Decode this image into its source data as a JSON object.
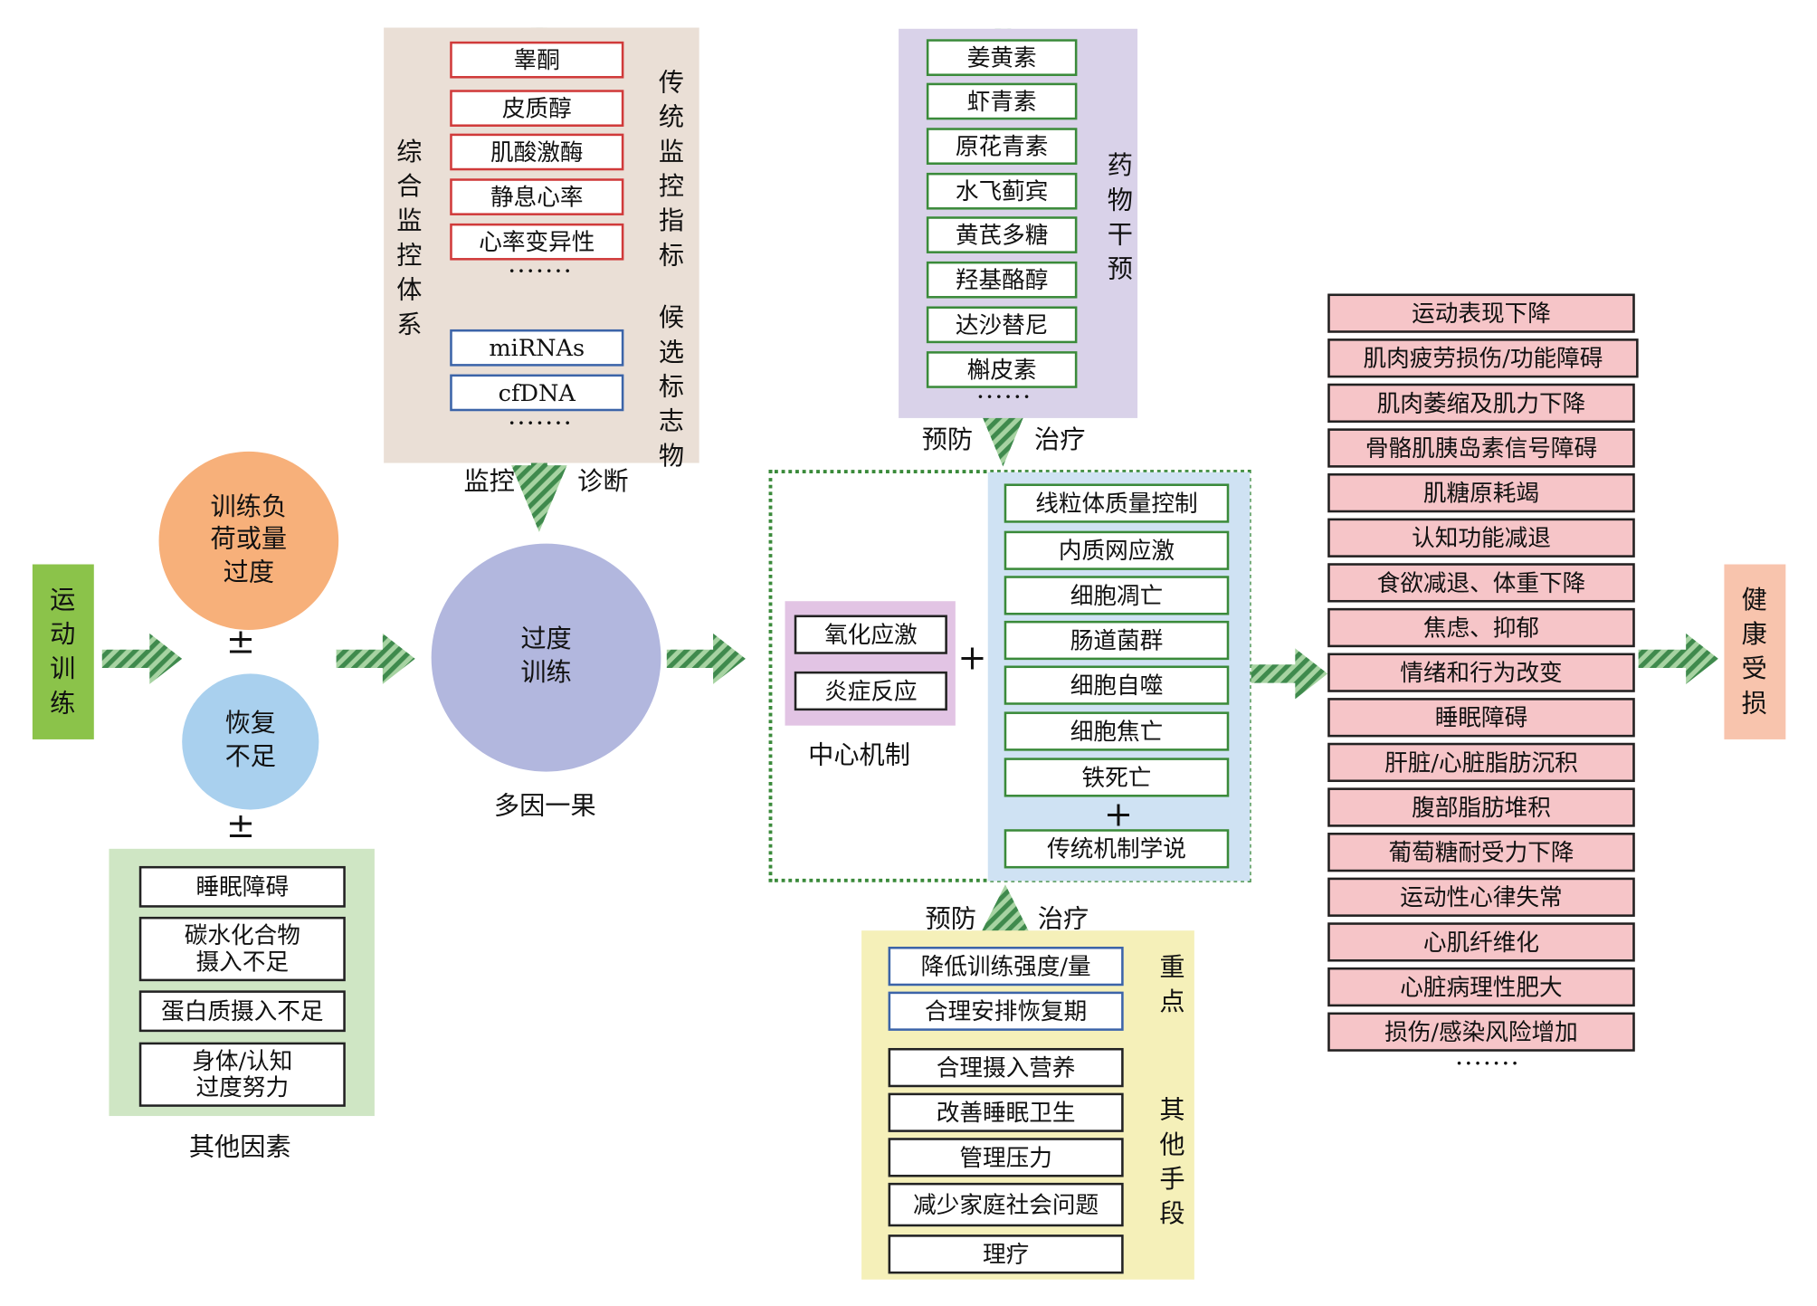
{
  "exercise_training": "运动\n训练",
  "overload": "训练负\n荷或量\n过度",
  "plus_minus": "±",
  "recovery_insufficient": "恢复\n不足",
  "other_factors": {
    "items": [
      "睡眠障碍",
      "碳水化合物\n摄入不足",
      "蛋白质摄入不足",
      "身体/认知\n过度努力"
    ],
    "caption": "其他因素"
  },
  "overtraining": {
    "label": "过度\n训练",
    "caption": "多因一果"
  },
  "monitoring": {
    "traditional": [
      "睾酮",
      "皮质醇",
      "肌酸激酶",
      "静息心率",
      "心率变异性"
    ],
    "traditional_label": "传\n统\n监\n控\n指\n标",
    "candidates": [
      "miRNAs",
      "cfDNA"
    ],
    "candidates_label": "候\n选\n标\n志\n物",
    "system_label": "综\n合\n监\n控\n体\n系",
    "ellipsis": "·······",
    "left_caption": "监控",
    "right_caption": "诊断"
  },
  "drugs": {
    "items": [
      "姜黄素",
      "虾青素",
      "原花青素",
      "水飞蓟宾",
      "黄芪多糖",
      "羟基酪醇",
      "达沙替尼",
      "槲皮素"
    ],
    "label": "药\n物\n干\n预",
    "ellipsis": "······",
    "left_caption": "预防",
    "right_caption": "治疗"
  },
  "mechanism": {
    "central": [
      "氧化应激",
      "炎症反应"
    ],
    "central_caption": "中心机制",
    "plus": "+",
    "others": [
      "线粒体质量控制",
      "内质网应激",
      "细胞凋亡",
      "肠道菌群",
      "细胞自噬",
      "细胞焦亡",
      "铁死亡"
    ],
    "traditional": "传统机制学说"
  },
  "measures": {
    "left_caption": "预防",
    "right_caption": "治疗",
    "key": [
      "降低训练强度/量",
      "合理安排恢复期"
    ],
    "key_label": "重\n点",
    "other": [
      "合理摄入营养",
      "改善睡眠卫生",
      "管理压力",
      "减少家庭社会问题",
      "理疗"
    ],
    "other_label": "其\n他\n手\n段"
  },
  "outcomes": {
    "items": [
      "运动表现下降",
      "肌肉疲劳损伤/功能障碍",
      "肌肉萎缩及肌力下降",
      "骨骼肌胰岛素信号障碍",
      "肌糖原耗竭",
      "认知功能减退",
      "食欲减退、体重下降",
      "焦虑、抑郁",
      "情绪和行为改变",
      "睡眠障碍",
      "肝脏/心脏脂肪沉积",
      "腹部脂肪堆积",
      "葡萄糖耐受力下降",
      "运动性心律失常",
      "心肌纤维化",
      "心脏病理性肥大",
      "损伤/感染风险增加"
    ],
    "ellipsis": "·······"
  },
  "health_damage": "健\n康\n受\n损",
  "colors": {
    "green_block": "#8bc34a",
    "orange_circle": "#f7b07a",
    "blue_circle": "#a9d0ee",
    "purple_circle": "#b2b7de",
    "monitor_panel": "#eadfd6",
    "drug_panel": "#d9d2e9",
    "mechanism_panel": "#cfe2f3",
    "central_panel": "#e2c4e4",
    "factors_panel": "#cfe6c4",
    "measures_panel": "#f5f0b9",
    "outcome_box": "#f6c5c8",
    "health_block": "#f8c4ad",
    "arrow": "#4f9a5a"
  }
}
